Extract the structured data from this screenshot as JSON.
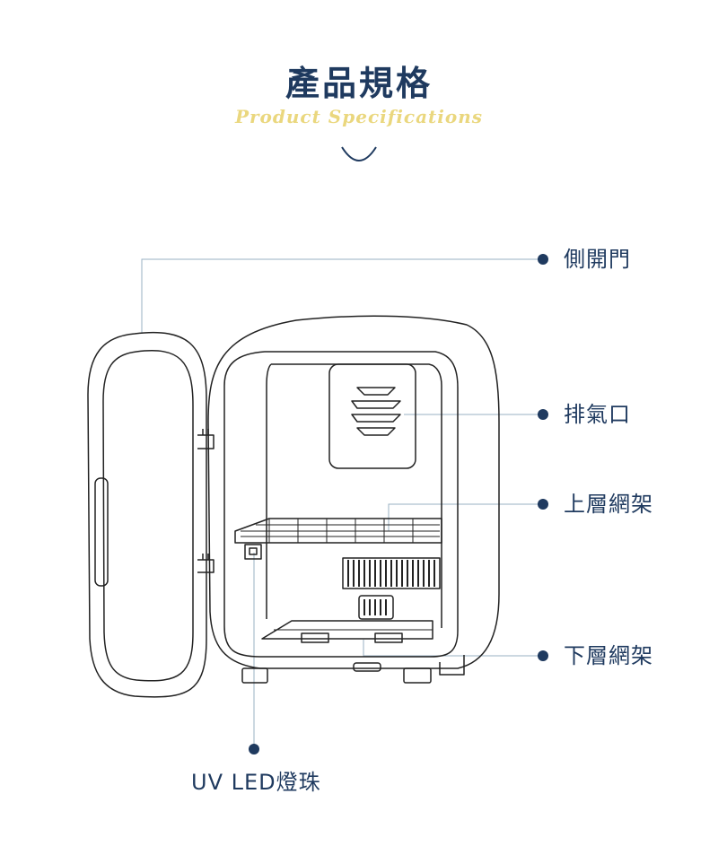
{
  "header": {
    "title": "產品規格",
    "subtitle": "Product Specifications"
  },
  "callouts": [
    {
      "label": "側開門"
    },
    {
      "label": "排氣口"
    },
    {
      "label": "上層網架"
    },
    {
      "label": "下層網架"
    },
    {
      "label": "UV LED燈珠"
    }
  ],
  "colors": {
    "accent": "#1f3a5f",
    "subtitle": "#ead77e",
    "leader_line": "#9ab1c3",
    "drawing_line": "#222222"
  }
}
